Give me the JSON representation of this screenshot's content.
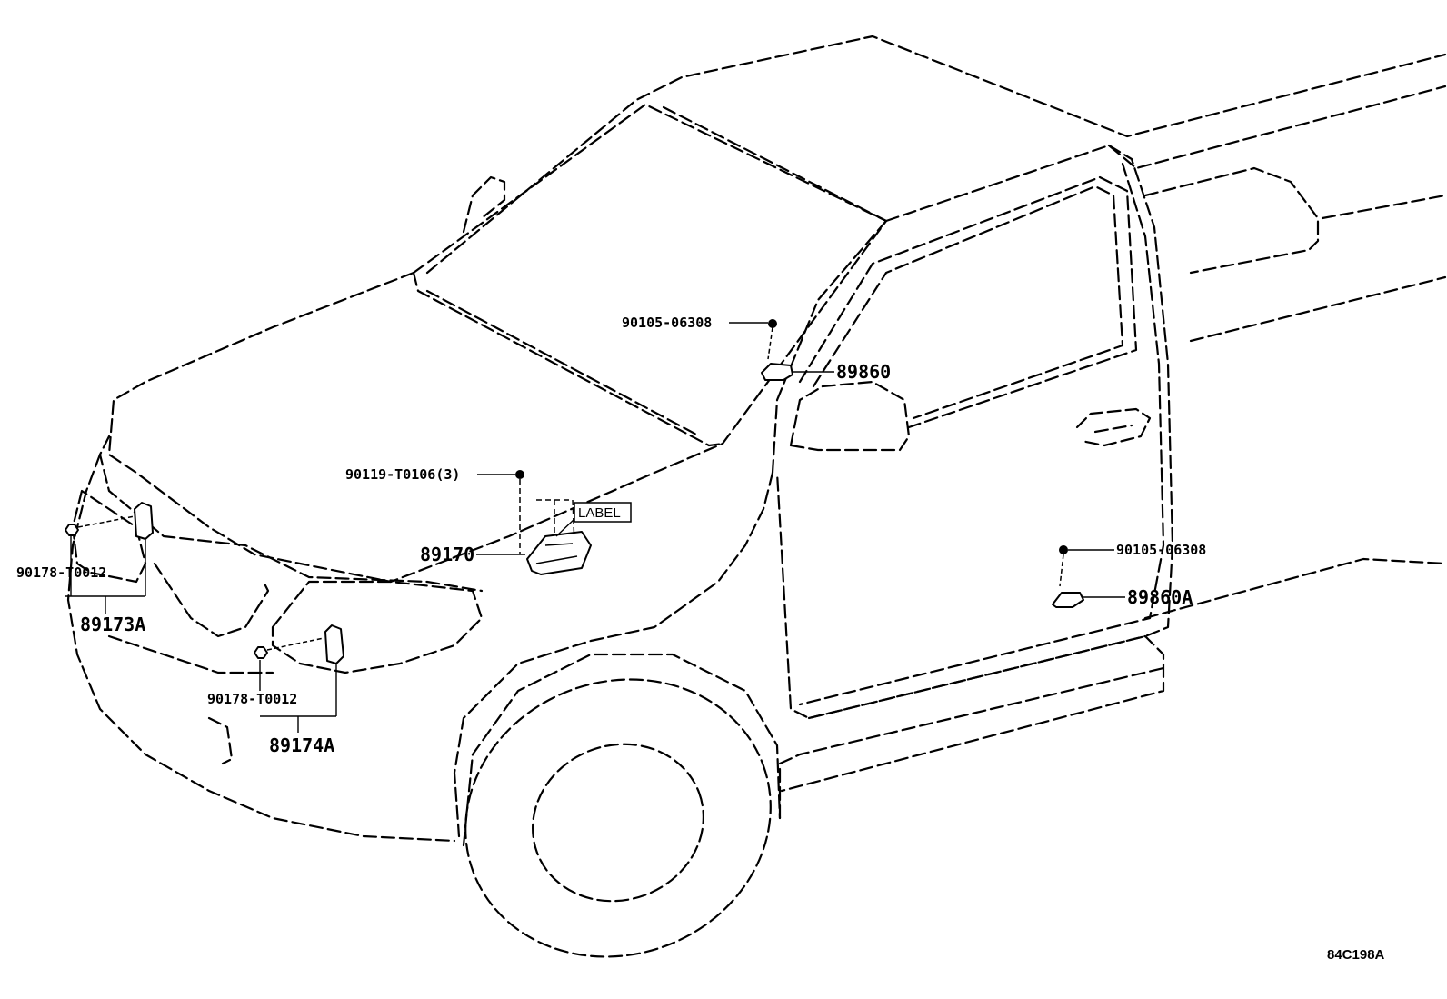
{
  "diagram": {
    "callouts": {
      "bolt_top": "90105-06308",
      "sensor_top": "89860",
      "bolt_center": "90119-T0106(3)",
      "label_tag": "LABEL",
      "ecu": "89170",
      "bolt_right": "90105-06308",
      "sensor_right": "89860A",
      "nut_left": "90178-T0012",
      "sensor_left": "89173A",
      "nut_front": "90178-T0012",
      "sensor_front": "89174A"
    },
    "reference_code": "84C198A"
  }
}
